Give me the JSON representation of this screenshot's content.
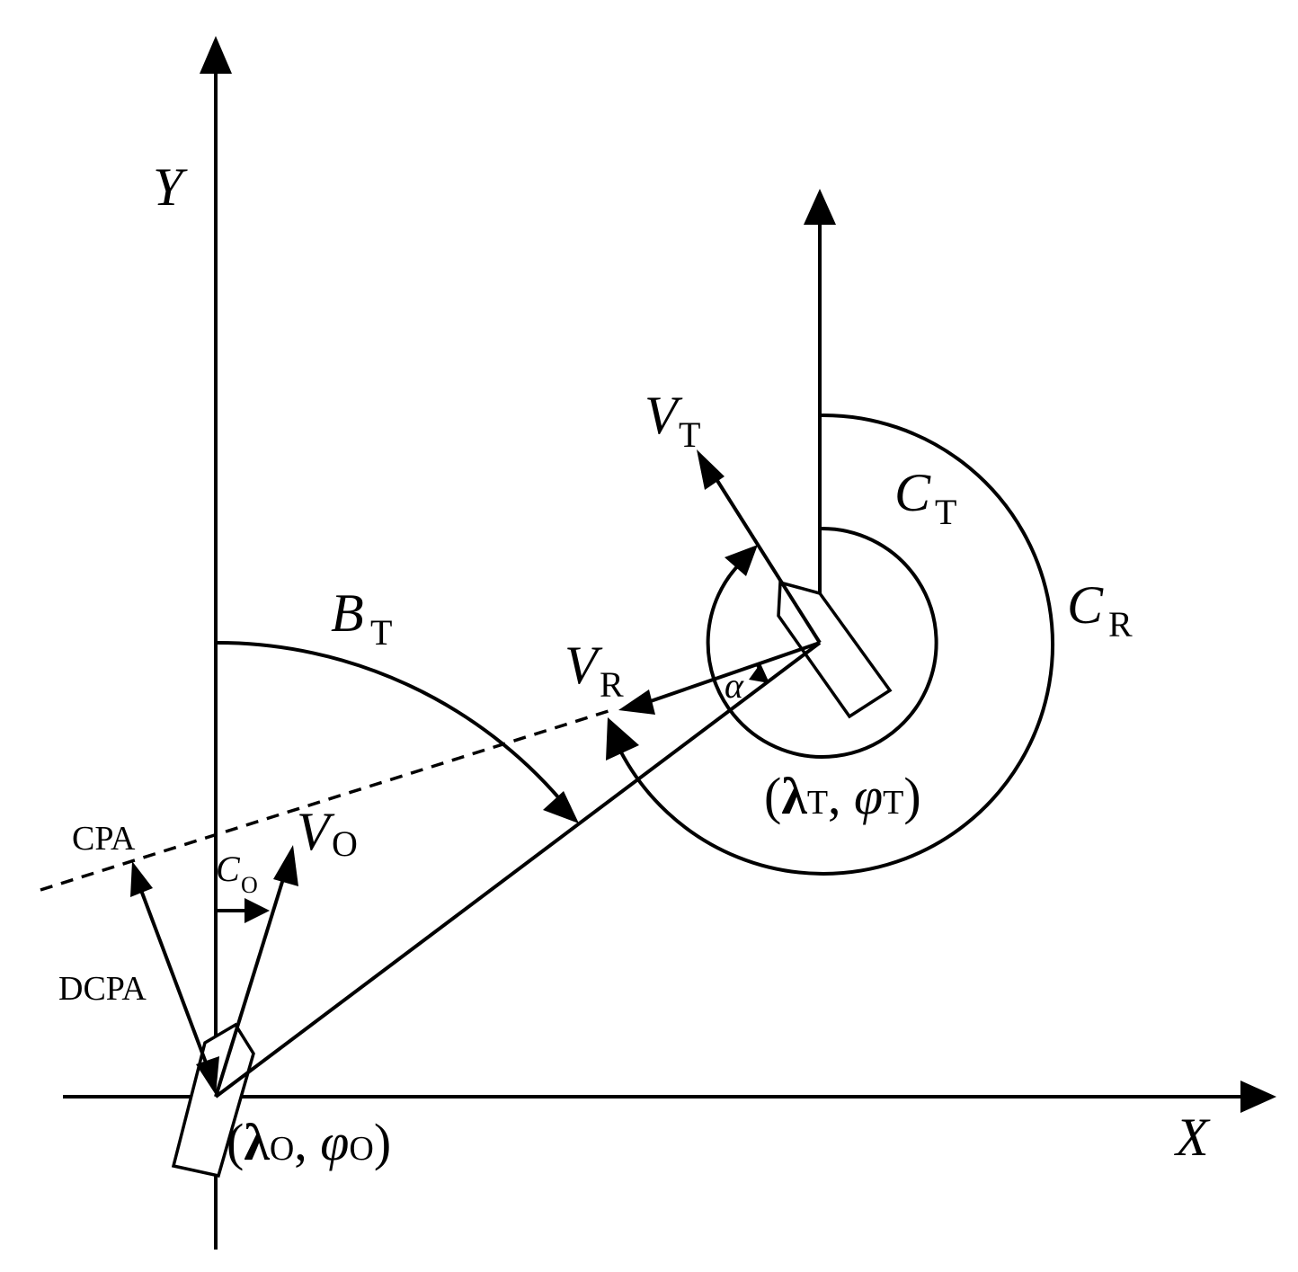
{
  "axes": {
    "y_label": "Y",
    "x_label": "X"
  },
  "labels": {
    "vt_main": "V",
    "vt_sub": "T",
    "ct_main": "C",
    "ct_sub": "T",
    "cr_main": "C",
    "cr_sub": "R",
    "bt_main": "B",
    "bt_sub": "T",
    "vr_main": "V",
    "vr_sub": "R",
    "alpha": "α",
    "vo_main": "V",
    "vo_sub": "O",
    "co_main": "C",
    "co_sub": "O",
    "cpa": "CPA",
    "dcpa": "DCPA"
  },
  "coords": {
    "target": {
      "open": "(",
      "lambda": "λ",
      "lambda_sub": "T",
      "comma": ", ",
      "phi": "φ",
      "phi_sub": "T",
      "close": ")"
    },
    "own": {
      "open": "(",
      "lambda": "λ",
      "lambda_sub": "O",
      "comma": ", ",
      "phi": "φ",
      "phi_sub": "O",
      "close": ")"
    }
  }
}
